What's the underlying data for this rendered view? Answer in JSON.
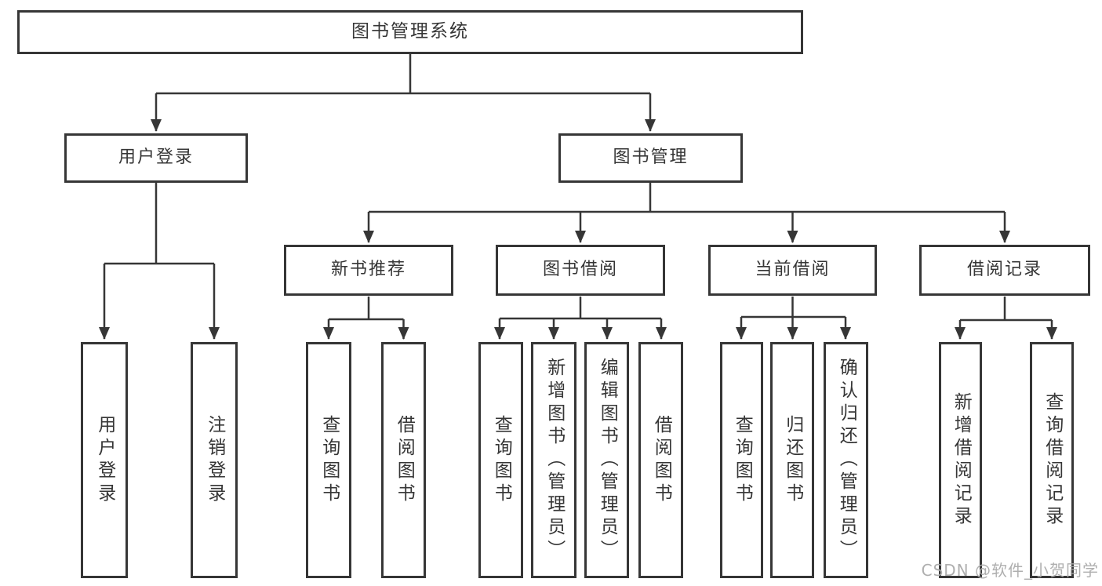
{
  "diagram": {
    "type": "tree-structure-diagram",
    "tree": {
      "root": {
        "label": "图书管理系统"
      },
      "branches": [
        {
          "label": "用户登录",
          "children": [
            {
              "label": "用户登录"
            },
            {
              "label": "注销登录"
            }
          ]
        },
        {
          "label": "图书管理",
          "children": [
            {
              "label": "新书推荐",
              "children": [
                {
                  "label": "查询图书"
                },
                {
                  "label": "借阅图书"
                }
              ]
            },
            {
              "label": "图书借阅",
              "children": [
                {
                  "label": "查询图书"
                },
                {
                  "label": "新增图书（管理员）"
                },
                {
                  "label": "编辑图书（管理员）"
                },
                {
                  "label": "借阅图书"
                }
              ]
            },
            {
              "label": "当前借阅",
              "children": [
                {
                  "label": "查询图书"
                },
                {
                  "label": "归还图书"
                },
                {
                  "label": "确认归还（管理员）"
                }
              ]
            },
            {
              "label": "借阅记录",
              "children": [
                {
                  "label": "新增借阅记录"
                },
                {
                  "label": "查询借阅记录"
                }
              ]
            }
          ]
        }
      ]
    },
    "colors": {
      "line": "#363636",
      "box_border": "#363636",
      "box_background": "#ffffff",
      "text": "#363636",
      "page_background": "#ffffff",
      "watermark_text_color": "#ababab"
    }
  },
  "watermark": {
    "text": "CSDN @软件_小贺同学"
  }
}
